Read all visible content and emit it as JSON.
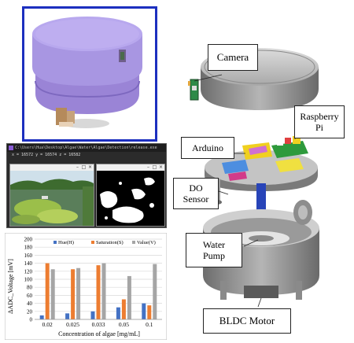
{
  "labels": {
    "camera": "Camera",
    "raspberry_pi": "Raspberry\nPi",
    "arduino": "Arduino",
    "do_sensor": "DO\nSensor",
    "water_pump": "Water\nPump",
    "bldc_motor": "BLDC Motor"
  },
  "software": {
    "title": "C:\\Users\\Hua\\Desktop\\Algae\\Water\\Algae\\Detection\\release.exe",
    "status": "x = 16572  y = 16574  z = 16582"
  },
  "colors": {
    "frame": "#1c2fbf",
    "hue": "#4472c4",
    "saturation": "#ed7d31",
    "value": "#a5a5a5",
    "device_purple": "#a48de0"
  },
  "chart_data": {
    "type": "bar",
    "categories": [
      "0.02",
      "0.025",
      "0.033",
      "0.05",
      "0.1"
    ],
    "series": [
      {
        "name": "Hue(H)",
        "values": [
          10,
          15,
          20,
          30,
          40
        ]
      },
      {
        "name": "Saturation(S)",
        "values": [
          140,
          125,
          135,
          50,
          35
        ]
      },
      {
        "name": "Value(V)",
        "values": [
          125,
          128,
          140,
          108,
          138
        ]
      }
    ],
    "xlabel": "Concentration of algae [mg/mL]",
    "ylabel": "ΔADC_Voltage [mV]",
    "ylim": [
      0,
      200
    ],
    "yticks": [
      0,
      20,
      40,
      60,
      80,
      100,
      120,
      140,
      160,
      180,
      200
    ],
    "legend_position": "top",
    "grid": true
  }
}
